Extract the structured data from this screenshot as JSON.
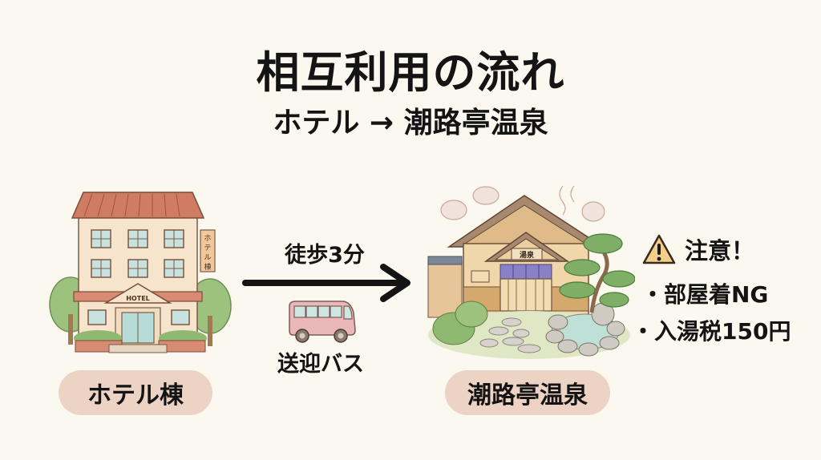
{
  "header": {
    "title": "相互利用の流れ",
    "subtitle": "ホテル → 潮路亭温泉"
  },
  "flow": {
    "source": {
      "label": "ホテル棟",
      "illustration": "hotel-building",
      "sign_text": "ホテル棟",
      "entrance_text": "HOTEL"
    },
    "routes": [
      {
        "label": "徒歩3分",
        "icon": "arrow-right-icon"
      },
      {
        "label": "送迎バス",
        "icon": "bus-icon"
      }
    ],
    "destination": {
      "label": "潮路亭温泉",
      "illustration": "onsen-building",
      "sign_text": "湯泉"
    }
  },
  "caution": {
    "icon": "warning-icon",
    "title": "注意！",
    "notes": [
      "・部屋着NG",
      "・入湯税150円"
    ]
  },
  "colors": {
    "background": "#fbf8ef",
    "pill": "#ecd3c3",
    "text": "#141414",
    "warning_fill": "#f3cf8c",
    "roof": "#c9715a",
    "bus": "#eab8b8"
  }
}
